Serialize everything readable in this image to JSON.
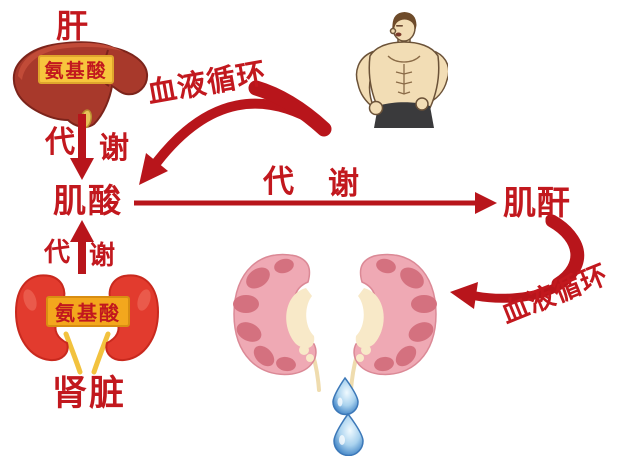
{
  "colors": {
    "text_red": "#c2181e",
    "arrow_red": "#b8151b",
    "liver_fill": "#a8392b",
    "label_yellow": "#f7c53d",
    "label_orange": "#f3a71d",
    "kidney_red": "#e23b2e",
    "anat_pink": "#efa9b4",
    "drop_blue": "#4c8fd0"
  },
  "icons": {
    "liver": "liver-illustration",
    "muscle_man": "muscle-man-illustration",
    "kidneys_cartoon": "kidneys-cartoon-illustration",
    "kidneys_anatomy": "kidneys-anatomy-illustration",
    "water_drops": "water-drops"
  },
  "labels": {
    "liver_title": "肝",
    "amino_acid_liver": "氨基酸",
    "amino_acid_kidney": "氨基酸",
    "creatine": "肌酸",
    "creatinine": "肌酐",
    "kidney_title": "肾脏",
    "blood_circulation_top": "血液循环",
    "blood_circulation_right": "血液循环",
    "metab_liver_1": "代",
    "metab_liver_2": "谢",
    "metab_kidney_1": "代",
    "metab_kidney_2": "谢",
    "metab_horizontal_1": "代",
    "metab_horizontal_2": "谢"
  }
}
